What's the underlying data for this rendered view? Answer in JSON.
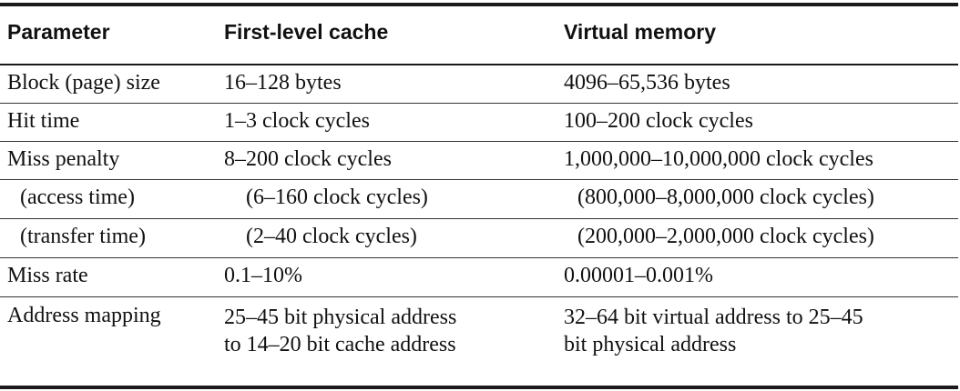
{
  "headers": [
    "Parameter",
    "First-level cache",
    "Virtual memory"
  ],
  "rows": [
    {
      "parameter": "Block (page) size",
      "cache": "16–128 bytes",
      "virtual": "4096–65,536 bytes"
    },
    {
      "parameter": "Hit time",
      "cache": "1–3 clock cycles",
      "virtual": "100–200 clock cycles"
    },
    {
      "parameter": "Miss penalty",
      "cache": "8–200 clock cycles",
      "virtual": "1,000,000–10,000,000 clock cycles"
    },
    {
      "parameter": "(access time)",
      "cache": "(6–160 clock cycles)",
      "virtual": "(800,000–8,000,000 clock cycles)"
    },
    {
      "parameter": "(transfer time)",
      "cache": "(2–40 clock cycles)",
      "virtual": "(200,000–2,000,000 clock cycles)"
    },
    {
      "parameter": "Miss rate",
      "cache": "0.1–10%",
      "virtual": "0.00001–0.001%"
    },
    {
      "parameter": "Address mapping",
      "cache": "25–45 bit physical address\nto 14–20 bit cache address",
      "virtual": "32–64 bit virtual address to 25–45\nbit physical address"
    }
  ]
}
